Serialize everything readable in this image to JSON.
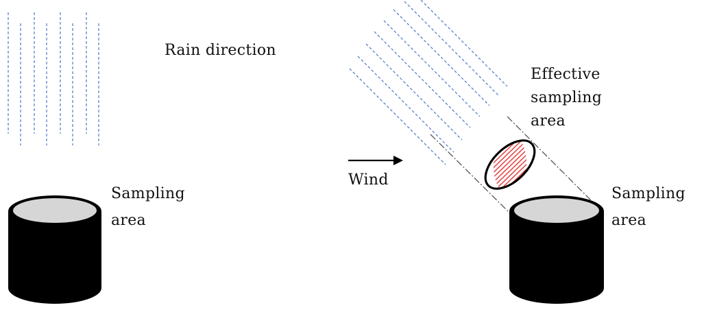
{
  "labels": {
    "rain_direction": "Rain direction",
    "sampling_left_line1": "Sampling",
    "sampling_left_line2": "area",
    "wind": "Wind",
    "effective_line1": "Effective",
    "effective_line2": "sampling",
    "effective_line3": "area",
    "sampling_right_line1": "Sampling",
    "sampling_right_line2": "area"
  },
  "colors": {
    "rain": "#4a78c8",
    "gauge_body": "#000000",
    "gauge_top": "#d6d6d6",
    "effective_hatch": "#e03030",
    "projection_line": "#555555"
  },
  "icons": {
    "wind_arrow": "right-arrow-icon"
  }
}
